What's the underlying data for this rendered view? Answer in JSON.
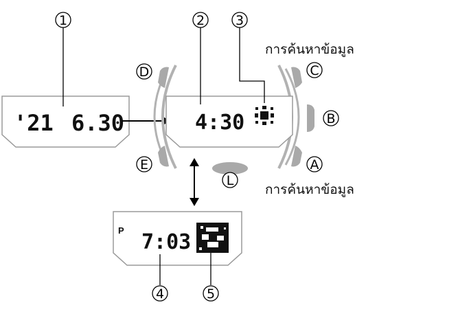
{
  "callouts": {
    "n1": "1",
    "n2": "2",
    "n3": "3",
    "n4": "4",
    "n5": "5"
  },
  "buttons": {
    "a": "A",
    "b": "B",
    "c": "C",
    "d": "D",
    "e": "E",
    "l": "L"
  },
  "labels": {
    "search_top": "การค้นหาข้อมูล",
    "search_bottom": "การค้นหาข้อมูล"
  },
  "displays": {
    "date_year": "'21",
    "date_value": "6.30",
    "time_main": "4:30",
    "time_sub_prefix": "P",
    "time_sub": "7:03"
  },
  "colors": {
    "button_gray": "#a9a9a9",
    "bezel_gray": "#b2b2b2",
    "outline": "#9a9a9a"
  }
}
